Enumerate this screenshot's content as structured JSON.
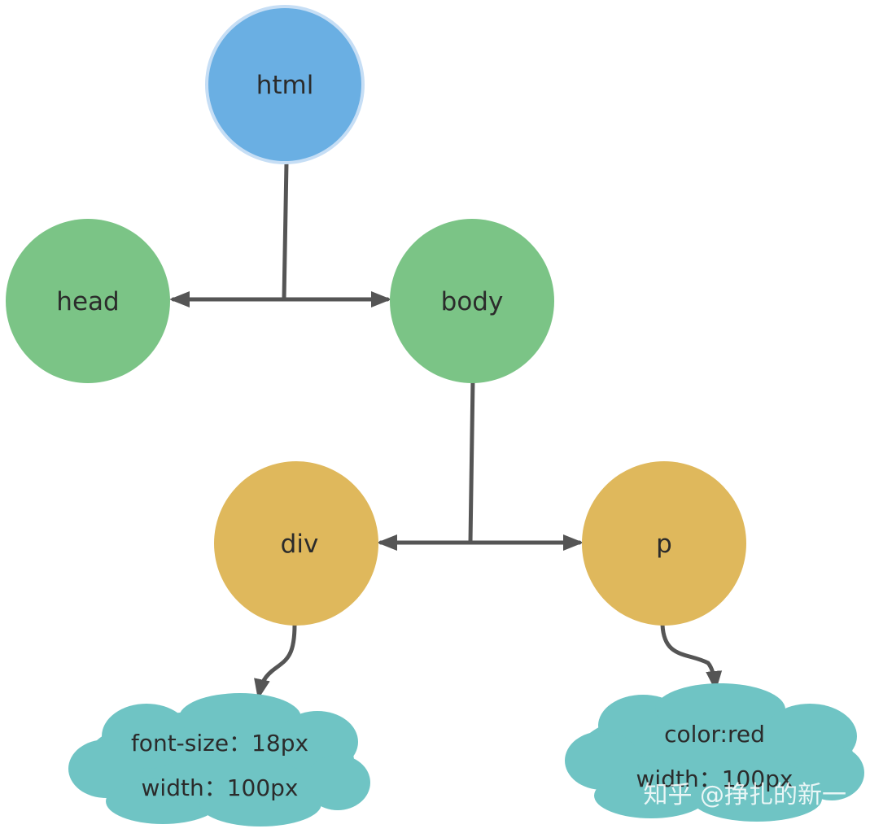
{
  "colors": {
    "root": "#6aafe3",
    "level1": "#7bc486",
    "level2": "#dfb85c",
    "cloud": "#6fc4c4",
    "edge": "#555555",
    "text": "#2b2b2b"
  },
  "nodes": {
    "html": {
      "label": "html"
    },
    "head": {
      "label": "head"
    },
    "body": {
      "label": "body"
    },
    "div": {
      "label": "div"
    },
    "p": {
      "label": "p"
    }
  },
  "styles": {
    "div": {
      "line1": "font-size：18px",
      "line2": "width：100px"
    },
    "p": {
      "line1": "color:red",
      "line2": "width：100px"
    }
  },
  "watermark": "知乎 @挣扎的新一"
}
